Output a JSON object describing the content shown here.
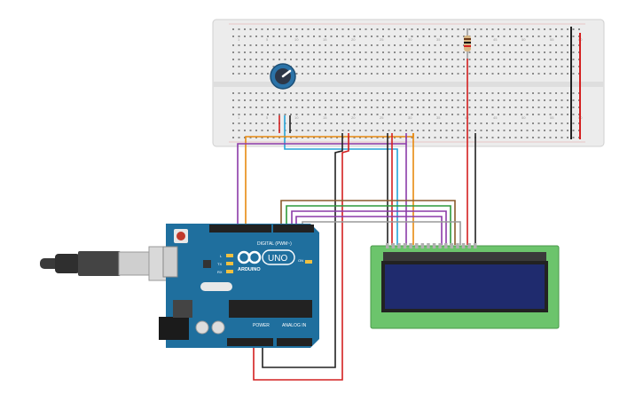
{
  "board": {
    "logo": "ARDUINO",
    "model": "UNO",
    "digital_label": "DIGITAL (PWM~)",
    "power_label": "POWER",
    "analog_label": "ANALOG IN",
    "pin_l": "L",
    "pin_tx": "TX",
    "pin_rx": "RX",
    "pin_on": "ON"
  },
  "breadboard": {
    "column_numbers": [
      "1",
      "5",
      "10",
      "15",
      "20",
      "25",
      "30",
      "35",
      "40",
      "45",
      "50",
      "55",
      "60"
    ]
  },
  "colors": {
    "wire_red": "#d42020",
    "wire_black": "#222222",
    "wire_orange": "#e88a10",
    "wire_cyan": "#26a4d8",
    "wire_purple": "#8b3aa8",
    "wire_brown": "#8a5a2b",
    "wire_green": "#2e9a3a",
    "arduino": "#1f6f9e",
    "lcd_board": "#6cc46c",
    "lcd_screen": "#1f2b6e",
    "breadboard": "#ededed"
  }
}
